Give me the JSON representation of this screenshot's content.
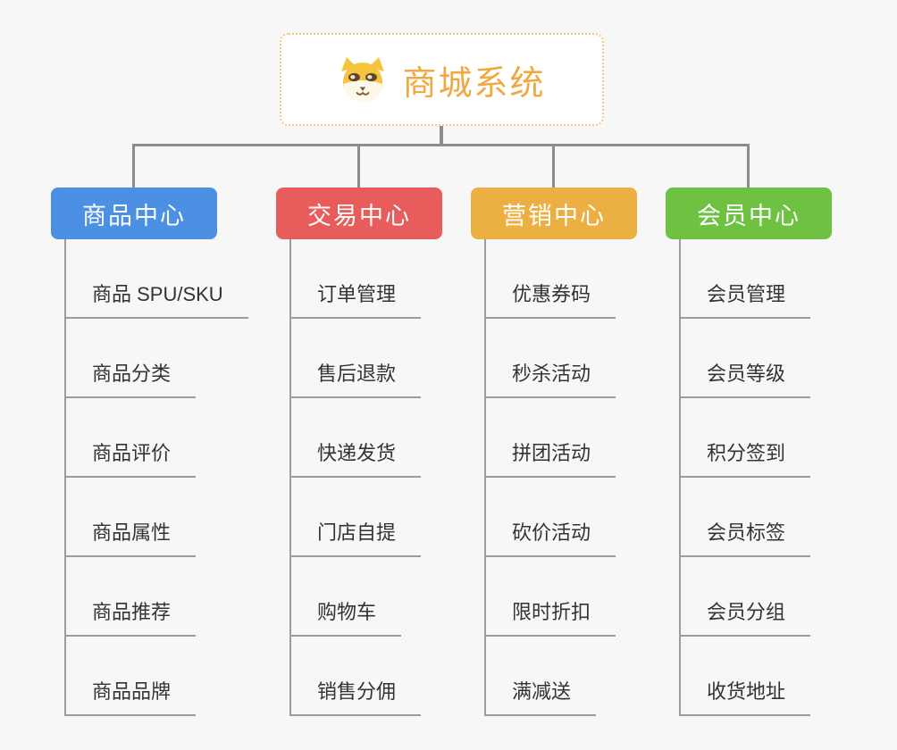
{
  "root": {
    "label": "商城系统",
    "icon": "shiba-dog-icon",
    "text_color": "#F0A843",
    "border_color": "#F5C77C",
    "background": "#FFFFFF"
  },
  "canvas": {
    "background": "#F7F7F7",
    "connector_color": "#8C8C8C",
    "underline_color": "#9C9C9C",
    "item_text_color": "#333333"
  },
  "columns": [
    {
      "label": "商品中心",
      "color": "#4B90E2",
      "items": [
        "商品 SPU/SKU",
        "商品分类",
        "商品评价",
        "商品属性",
        "商品推荐",
        "商品品牌"
      ]
    },
    {
      "label": "交易中心",
      "color": "#E85C5C",
      "items": [
        "订单管理",
        "售后退款",
        "快递发货",
        "门店自提",
        "购物车",
        "销售分佣"
      ]
    },
    {
      "label": "营销中心",
      "color": "#ECAF42",
      "items": [
        "优惠券码",
        "秒杀活动",
        "拼团活动",
        "砍价活动",
        "限时折扣",
        "满减送"
      ]
    },
    {
      "label": "会员中心",
      "color": "#6FC142",
      "items": [
        "会员管理",
        "会员等级",
        "积分签到",
        "会员标签",
        "会员分组",
        "收货地址"
      ]
    }
  ]
}
